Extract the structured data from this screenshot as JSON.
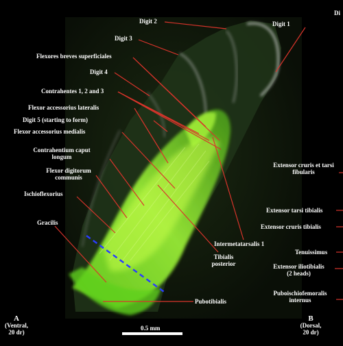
{
  "labels": {
    "digit2": "Digit 2",
    "digit1": "Digit 1",
    "digit3": "Digit 3",
    "flexores": "Flexores breves superficiales",
    "digit4": "Digit 4",
    "contrahentes": "Contrahentes 1, 2 and 3",
    "flexor_acc_lat": "Flexor accessorius lateralis",
    "digit5": "Digit 5 (starting to form)",
    "flexor_acc_med": "Flexor accessorius medialis",
    "contrahentium_1": "Contrahentium caput",
    "contrahentium_2": "longum",
    "flexor_dig_1": "Flexor digitorum",
    "flexor_dig_2": "communis",
    "ischio": "Ischioflexorius",
    "gracilis": "Gracilis",
    "intermeta": "Intermetatarsalis 1",
    "tibialis_1": "Tibialis",
    "tibialis_2": "posterior",
    "pubotib": "Pubotibialis",
    "ext_cruris_tarsi_1": "Extensor cruris et tarsi",
    "ext_cruris_tarsi_2": "fibularis",
    "ext_tarsi_tib": "Extensor tarsi tibialis",
    "ext_cruris_tib": "Extensor cruris tibialis",
    "tenuissimus": "Tenuissimus",
    "ext_ilio_1": "Extensor iliotibialis",
    "ext_ilio_2": "(2 heads)",
    "pubo_1": "Puboischiofemoralis",
    "pubo_2": "internus",
    "corner_partial": "Di",
    "panel_a": "A",
    "panel_a_sub1": "(Ventral,",
    "panel_a_sub2": "20 dr)",
    "panel_b": "B",
    "panel_b_sub1": "(Dorsal,",
    "panel_b_sub2": "20 dr)",
    "scale": "0.5 mm"
  },
  "colors": {
    "leader": "#d9342b",
    "dash": "#2a3cff",
    "muscle": "#7dff2a"
  }
}
